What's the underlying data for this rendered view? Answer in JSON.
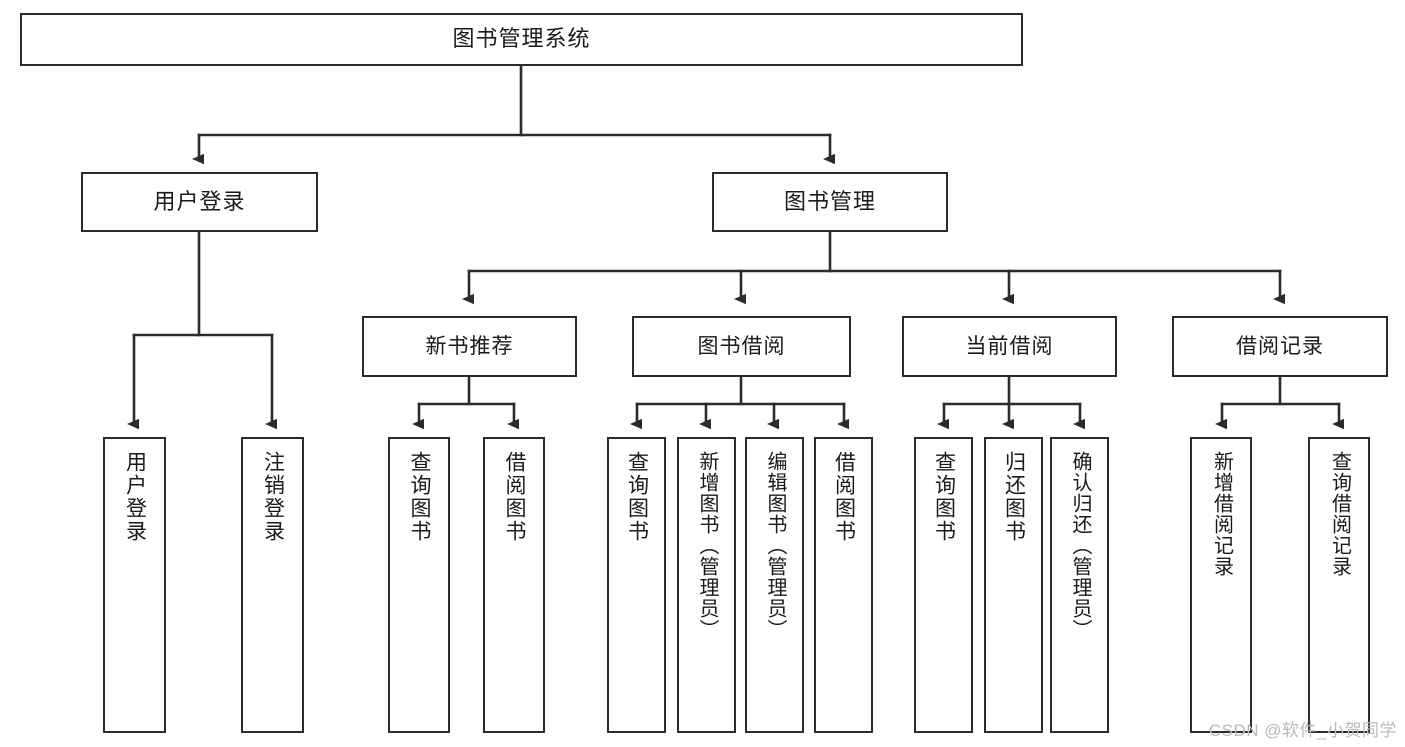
{
  "diagram": {
    "title_node": {
      "label": "图书管理系统"
    },
    "level2": [
      {
        "id": "user-login",
        "label": "用户登录"
      },
      {
        "id": "book-management",
        "label": "图书管理"
      }
    ],
    "level3": [
      {
        "id": "new-book-recommend",
        "label": "新书推荐"
      },
      {
        "id": "book-borrow",
        "label": "图书借阅"
      },
      {
        "id": "current-borrow",
        "label": "当前借阅"
      },
      {
        "id": "borrow-record",
        "label": "借阅记录"
      }
    ],
    "leaves": [
      {
        "id": "leaf-user-login",
        "label": "用户登录",
        "parent": "用户登录"
      },
      {
        "id": "leaf-logout-login",
        "label": "注销登录",
        "parent": "用户登录"
      },
      {
        "id": "leaf-query-books-1",
        "label": "查询图书",
        "parent": "新书推荐"
      },
      {
        "id": "leaf-borrow-books-1",
        "label": "借阅图书",
        "parent": "新书推荐"
      },
      {
        "id": "leaf-query-books-2",
        "label": "查询图书",
        "parent": "图书借阅"
      },
      {
        "id": "leaf-add-book-admin",
        "label": "新增图书（管理员）",
        "parent": "图书借阅"
      },
      {
        "id": "leaf-edit-book-admin",
        "label": "编辑图书（管理员）",
        "parent": "图书借阅"
      },
      {
        "id": "leaf-borrow-books-2",
        "label": "借阅图书",
        "parent": "图书借阅"
      },
      {
        "id": "leaf-query-books-3",
        "label": "查询图书",
        "parent": "当前借阅"
      },
      {
        "id": "leaf-return-books",
        "label": "归还图书",
        "parent": "当前借阅"
      },
      {
        "id": "leaf-confirm-return-admin",
        "label": "确认归还（管理员）",
        "parent": "当前借阅"
      },
      {
        "id": "leaf-add-borrow-record",
        "label": "新增借阅记录",
        "parent": "借阅记录"
      },
      {
        "id": "leaf-query-borrow-record",
        "label": "查询借阅记录",
        "parent": "借阅记录"
      }
    ],
    "colors": {
      "stroke": "#2b2b2b",
      "fill": "#ffffff",
      "text": "#1a1a1a",
      "watermark": "#b9b9b9"
    }
  },
  "watermark": {
    "text": "CSDN @软件_小贺同学"
  }
}
